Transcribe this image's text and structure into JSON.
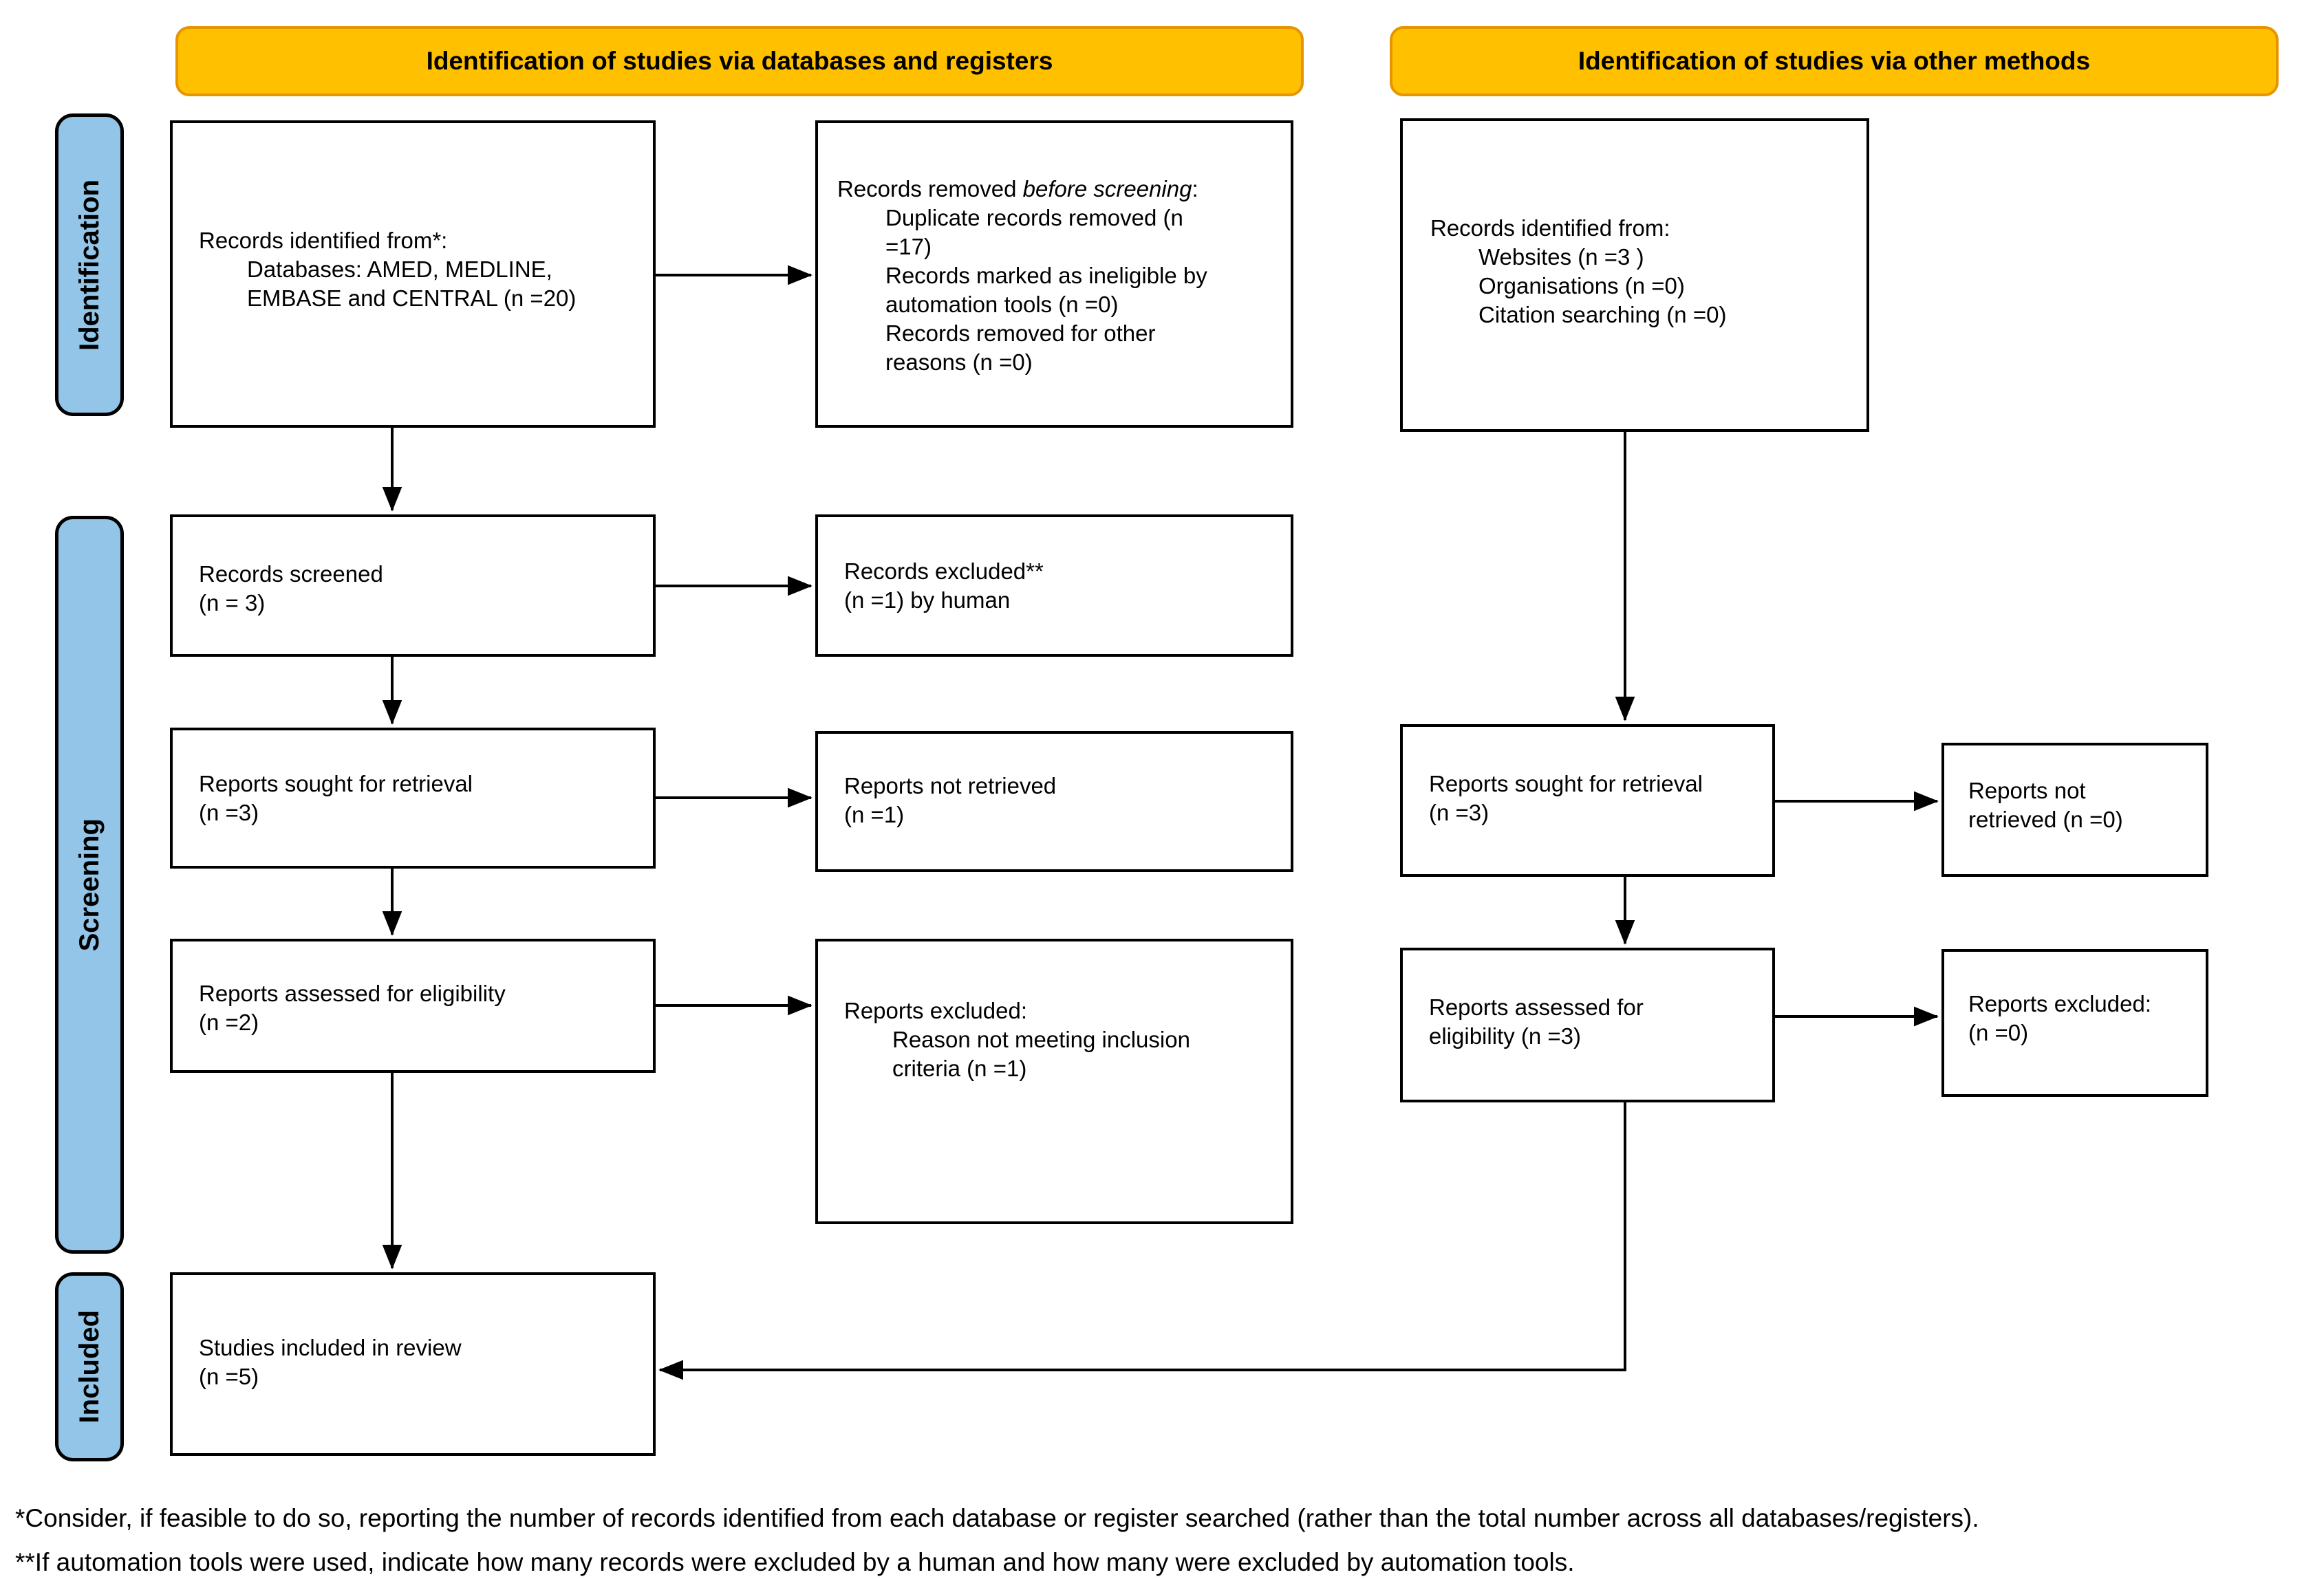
{
  "title": "PRISMA 2020 flow diagram",
  "colors": {
    "header_fill": "#FFC000",
    "header_border": "#E69500",
    "sidebar_fill": "#92C5E8",
    "box_border": "#000000",
    "arrow": "#000000"
  },
  "headers": [
    {
      "label": "Identification of studies via databases and registers"
    },
    {
      "label": "Identification of studies via other methods"
    }
  ],
  "sidebar": [
    {
      "label": "Identification"
    },
    {
      "label": "Screening"
    },
    {
      "label": "Included"
    }
  ],
  "boxes": {
    "recordsIdentifiedDb": [
      {
        "indent": 0,
        "runs": [
          {
            "t": "Records identified from*:"
          }
        ]
      },
      {
        "indent": 1,
        "runs": [
          {
            "t": "Databases: AMED, MEDLINE,"
          }
        ]
      },
      {
        "indent": 1,
        "runs": [
          {
            "t": "EMBASE and CENTRAL (n =20)"
          }
        ]
      }
    ],
    "recordsRemoved": [
      {
        "indent": 0,
        "runs": [
          {
            "t": "Records removed "
          },
          {
            "t": "before screening",
            "i": true
          },
          {
            "t": ":"
          }
        ]
      },
      {
        "indent": 1,
        "runs": [
          {
            "t": "Duplicate records removed (n"
          }
        ]
      },
      {
        "indent": 1,
        "runs": [
          {
            "t": "=17)"
          }
        ]
      },
      {
        "indent": 1,
        "runs": [
          {
            "t": "Records marked as ineligible by"
          }
        ]
      },
      {
        "indent": 1,
        "runs": [
          {
            "t": "automation tools (n =0)"
          }
        ]
      },
      {
        "indent": 1,
        "runs": [
          {
            "t": "Records removed for other"
          }
        ]
      },
      {
        "indent": 1,
        "runs": [
          {
            "t": "reasons (n =0)"
          }
        ]
      }
    ],
    "recordsIdentifiedOther": [
      {
        "indent": 0,
        "runs": [
          {
            "t": "Records identified from:"
          }
        ]
      },
      {
        "indent": 1,
        "runs": [
          {
            "t": "Websites (n =3 )"
          }
        ]
      },
      {
        "indent": 1,
        "runs": [
          {
            "t": "Organisations (n =0)"
          }
        ]
      },
      {
        "indent": 1,
        "runs": [
          {
            "t": "Citation searching (n =0)"
          }
        ]
      }
    ],
    "recordsScreened": [
      {
        "indent": 0,
        "runs": [
          {
            "t": "Records screened"
          }
        ]
      },
      {
        "indent": 0,
        "runs": [
          {
            "t": "(n = 3)"
          }
        ]
      }
    ],
    "recordsExcluded": [
      {
        "indent": 0,
        "runs": [
          {
            "t": "Records excluded**"
          }
        ]
      },
      {
        "indent": 0,
        "runs": [
          {
            "t": "(n =1) by human"
          }
        ]
      }
    ],
    "reportsSoughtDb": [
      {
        "indent": 0,
        "runs": [
          {
            "t": "Reports sought for retrieval"
          }
        ]
      },
      {
        "indent": 0,
        "runs": [
          {
            "t": "(n =3)"
          }
        ]
      }
    ],
    "reportsNotRetrievedDb": [
      {
        "indent": 0,
        "runs": [
          {
            "t": "Reports not retrieved"
          }
        ]
      },
      {
        "indent": 0,
        "runs": [
          {
            "t": "(n =1)"
          }
        ]
      }
    ],
    "reportsAssessedDb": [
      {
        "indent": 0,
        "runs": [
          {
            "t": "Reports assessed for eligibility"
          }
        ]
      },
      {
        "indent": 0,
        "runs": [
          {
            "t": "(n =2)"
          }
        ]
      }
    ],
    "reportsExcludedDb": [
      {
        "indent": 0,
        "runs": [
          {
            "t": "Reports excluded:"
          }
        ]
      },
      {
        "indent": 1,
        "runs": [
          {
            "t": "Reason not meeting inclusion"
          }
        ]
      },
      {
        "indent": 1,
        "runs": [
          {
            "t": "criteria (n =1)"
          }
        ]
      }
    ],
    "reportsSoughtOther": [
      {
        "indent": 0,
        "runs": [
          {
            "t": "Reports sought for retrieval"
          }
        ]
      },
      {
        "indent": 0,
        "runs": [
          {
            "t": "(n =3)"
          }
        ]
      }
    ],
    "reportsNotRetrievedOther": [
      {
        "indent": 0,
        "runs": [
          {
            "t": "Reports not"
          }
        ]
      },
      {
        "indent": 0,
        "runs": [
          {
            "t": "retrieved (n =0)"
          }
        ]
      }
    ],
    "reportsAssessedOther": [
      {
        "indent": 0,
        "runs": [
          {
            "t": "Reports assessed for"
          }
        ]
      },
      {
        "indent": 0,
        "runs": [
          {
            "t": "eligibility (n =3)"
          }
        ]
      }
    ],
    "reportsExcludedOther": [
      {
        "indent": 0,
        "runs": [
          {
            "t": "Reports excluded:"
          }
        ]
      },
      {
        "indent": 0,
        "runs": [
          {
            "t": "(n =0)"
          }
        ]
      }
    ],
    "studiesIncluded": [
      {
        "indent": 0,
        "runs": [
          {
            "t": "Studies included in review"
          }
        ]
      },
      {
        "indent": 0,
        "runs": [
          {
            "t": "(n =5)"
          }
        ]
      }
    ]
  },
  "footnotes": [
    {
      "text": "*Consider, if feasible to do so, reporting the number of records identified from each database or register searched (rather than the total number across all databases/registers)."
    },
    {
      "text": "**If automation tools were used, indicate how many records were excluded by a human and how many were excluded by automation tools."
    }
  ]
}
